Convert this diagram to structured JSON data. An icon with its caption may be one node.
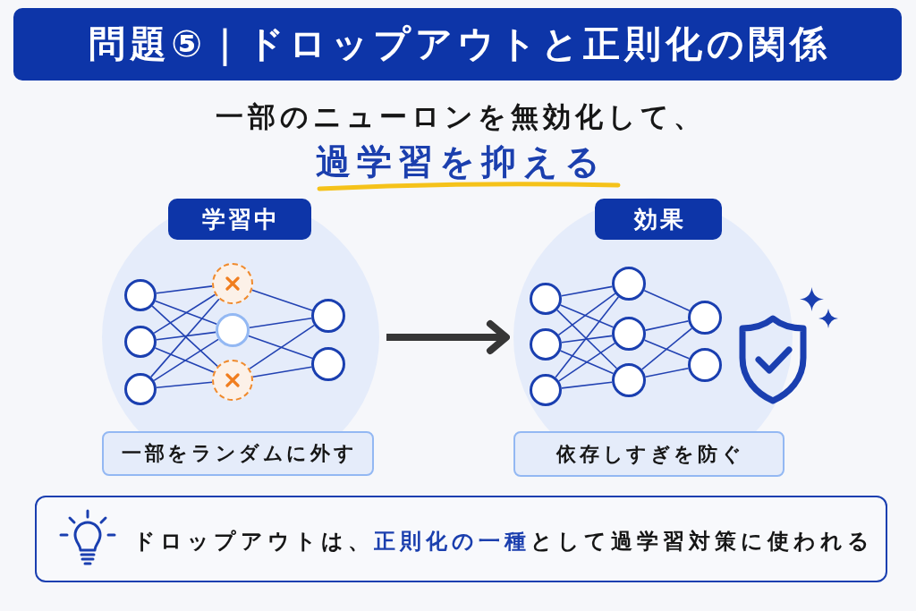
{
  "diagram": {
    "title": "問題⑤｜ドロップアウトと正則化の関係",
    "nodes": [
      {
        "text": [],
        "shape": "circle"
      },
      {
        "text": [
          "学習中"
        ],
        "in": 0
      },
      {
        "text": [],
        "shape": "circle",
        "in": 0
      },
      {
        "text": [],
        "shape": "circle",
        "in": 0
      },
      {
        "text": [],
        "shape": "circle",
        "in": 0
      },
      {
        "text": [],
        "shape": "circle",
        "in": 0
      },
      {
        "text": [],
        "shape": "circle",
        "in": 0
      },
      {
        "text": [],
        "shape": "circle",
        "in": 0
      },
      {
        "text": [],
        "shape": "circle",
        "in": 0
      },
      {
        "text": [],
        "shape": "circle",
        "in": 0
      },
      {
        "text": [
          "一部をランダムに外す"
        ],
        "in": 0
      },
      {
        "text": [],
        "shape": "circle"
      },
      {
        "text": [
          "効果"
        ],
        "in": 11
      },
      {
        "text": [],
        "shape": "circle",
        "in": 11
      },
      {
        "text": [],
        "shape": "circle",
        "in": 11
      },
      {
        "text": [],
        "shape": "circle",
        "in": 11
      },
      {
        "text": [],
        "shape": "circle",
        "in": 11
      },
      {
        "text": [],
        "shape": "circle",
        "in": 11
      },
      {
        "text": [],
        "shape": "circle",
        "in": 11
      },
      {
        "text": [],
        "shape": "circle",
        "in": 11
      },
      {
        "text": [],
        "shape": "circle",
        "in": 11
      },
      {
        "text": [
          "依存しすぎを防ぐ"
        ],
        "in": 11
      },
      {
        "text": [
          "ドロップアウトは、**正則化の一種**として過学習対策に使われる"
        ]
      }
    ],
    "edges": [
      {
        "from": 2,
        "to": 5,
        "arrow": "none"
      },
      {
        "from": 2,
        "to": 6,
        "arrow": "none"
      },
      {
        "from": 2,
        "to": 7,
        "arrow": "none"
      },
      {
        "from": 3,
        "to": 5,
        "arrow": "none"
      },
      {
        "from": 3,
        "to": 6,
        "arrow": "none"
      },
      {
        "from": 3,
        "to": 7,
        "arrow": "none"
      },
      {
        "from": 4,
        "to": 5,
        "arrow": "none"
      },
      {
        "from": 4,
        "to": 6,
        "arrow": "none"
      },
      {
        "from": 4,
        "to": 7,
        "arrow": "none"
      },
      {
        "from": 5,
        "to": 8,
        "arrow": "none"
      },
      {
        "from": 6,
        "to": 8,
        "arrow": "none"
      },
      {
        "from": 6,
        "to": 9,
        "arrow": "none"
      },
      {
        "from": 7,
        "to": 8,
        "arrow": "none"
      },
      {
        "from": 7,
        "to": 9,
        "arrow": "none"
      },
      {
        "from": 0,
        "to": 11,
        "arrow": "to",
        "style": "thick",
        "color": "#363636"
      },
      {
        "from": 13,
        "to": 16,
        "arrow": "none"
      },
      {
        "from": 13,
        "to": 17,
        "arrow": "none"
      },
      {
        "from": 13,
        "to": 18,
        "arrow": "none"
      },
      {
        "from": 14,
        "to": 16,
        "arrow": "none"
      },
      {
        "from": 14,
        "to": 17,
        "arrow": "none"
      },
      {
        "from": 14,
        "to": 18,
        "arrow": "none"
      },
      {
        "from": 15,
        "to": 16,
        "arrow": "none"
      },
      {
        "from": 15,
        "to": 17,
        "arrow": "none"
      },
      {
        "from": 15,
        "to": 18,
        "arrow": "none"
      },
      {
        "from": 16,
        "to": 19,
        "arrow": "none"
      },
      {
        "from": 17,
        "to": 19,
        "arrow": "none"
      },
      {
        "from": 17,
        "to": 20,
        "arrow": "none"
      },
      {
        "from": 18,
        "to": 19,
        "arrow": "none"
      },
      {
        "from": 18,
        "to": 20,
        "arrow": "none"
      }
    ],
    "labels": [
      "一部のニューロンを無効化して、",
      "過学習を抑える"
    ]
  }
}
